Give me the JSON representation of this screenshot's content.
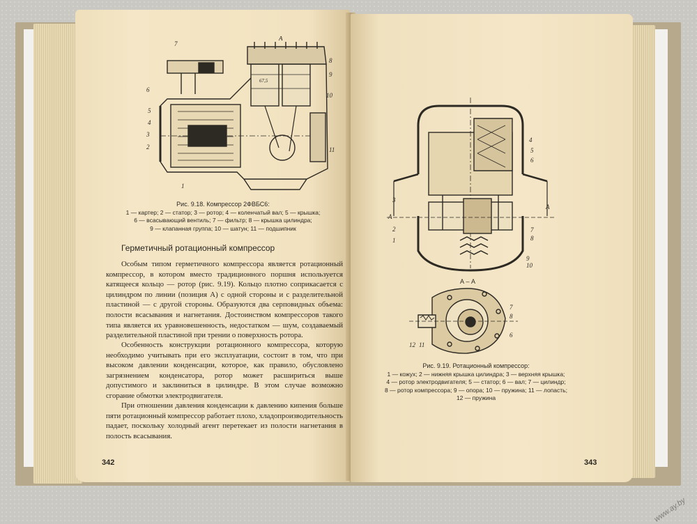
{
  "left_page": {
    "figure_caption_title": "Рис. 9.18. Компрессор 2ФВБС6:",
    "figure_caption_lines": [
      "1 — картер; 2 — статор; 3 — ротор; 4 — коленчатый вал; 5 — крышка;",
      "6 — всасывающий вентиль; 7 — фильтр; 8 — крышка цилиндра;",
      "9 — клапанная группа; 10 — шатун; 11 — подшипник"
    ],
    "figure_labels": {
      "l7": "7",
      "l6": "6",
      "l5": "5",
      "l4": "4",
      "l3": "3",
      "l2": "2",
      "l1": "1",
      "r8": "8",
      "r9": "9",
      "r10": "10",
      "r11": "11",
      "a": "А",
      "dim": "67,5"
    },
    "heading": "Герметичный ротационный компрессор",
    "paragraphs": [
      "Особым типом герметичного компрессора является ротационный компрессор, в котором вместо традиционного поршня используется катящееся кольцо — ротор (рис. 9.19). Кольцо плотно соприкасается с цилиндром по линии (позиция А) с одной стороны и с разделительной пластиной — с другой стороны. Образуются два серповидных объема: полости всасывания и нагнетания. Достоинством компрессоров такого типа является их уравновешенность, недостатком — шум, создаваемый разделительной пластиной при трении о поверхность ротора.",
      "Особенность конструкции ротационного компрессора, которую необходимо учитывать при его эксплуатации, состоит в том, что при высоком давлении конденсации, которое, как правило, обусловлено загрязнением конденсатора, ротор может расшириться выше допустимого и заклиниться в цилиндре. В этом случае возможно сгорание обмотки электродвигателя.",
      "При отношении давления конденсации к давлению кипения больше пяти ротационный компрессор работает плохо, хладопроизводительность падает, поскольку холодный агент перетекает из полости нагнетания в полость всасывания."
    ],
    "page_number": "342"
  },
  "right_page": {
    "section_label": "А – А",
    "figure_labels": {
      "n4": "4",
      "n5": "5",
      "n6": "6",
      "n3": "3",
      "n2": "2",
      "n1": "1",
      "n7": "7",
      "n8": "8",
      "n9": "9",
      "n10": "10",
      "a_l": "А",
      "a_r": "А",
      "b7": "7",
      "b8": "8",
      "b6": "6",
      "b12": "12",
      "b11": "11"
    },
    "figure_caption_title": "Рис. 9.19. Ротационный компрессор:",
    "figure_caption_lines": [
      "1 — кожух; 2 — нижняя крышка цилиндра; 3 — верхняя крышка;",
      "4 — ротор электродвигателя; 5 — статор; 6 — вал; 7 — цилиндр;",
      "8 — ротор компрессора; 9 — опора; 10 — пружина; 11 — лопасть;",
      "12 — пружина"
    ],
    "page_number": "343"
  },
  "watermark": "www.ay.by"
}
